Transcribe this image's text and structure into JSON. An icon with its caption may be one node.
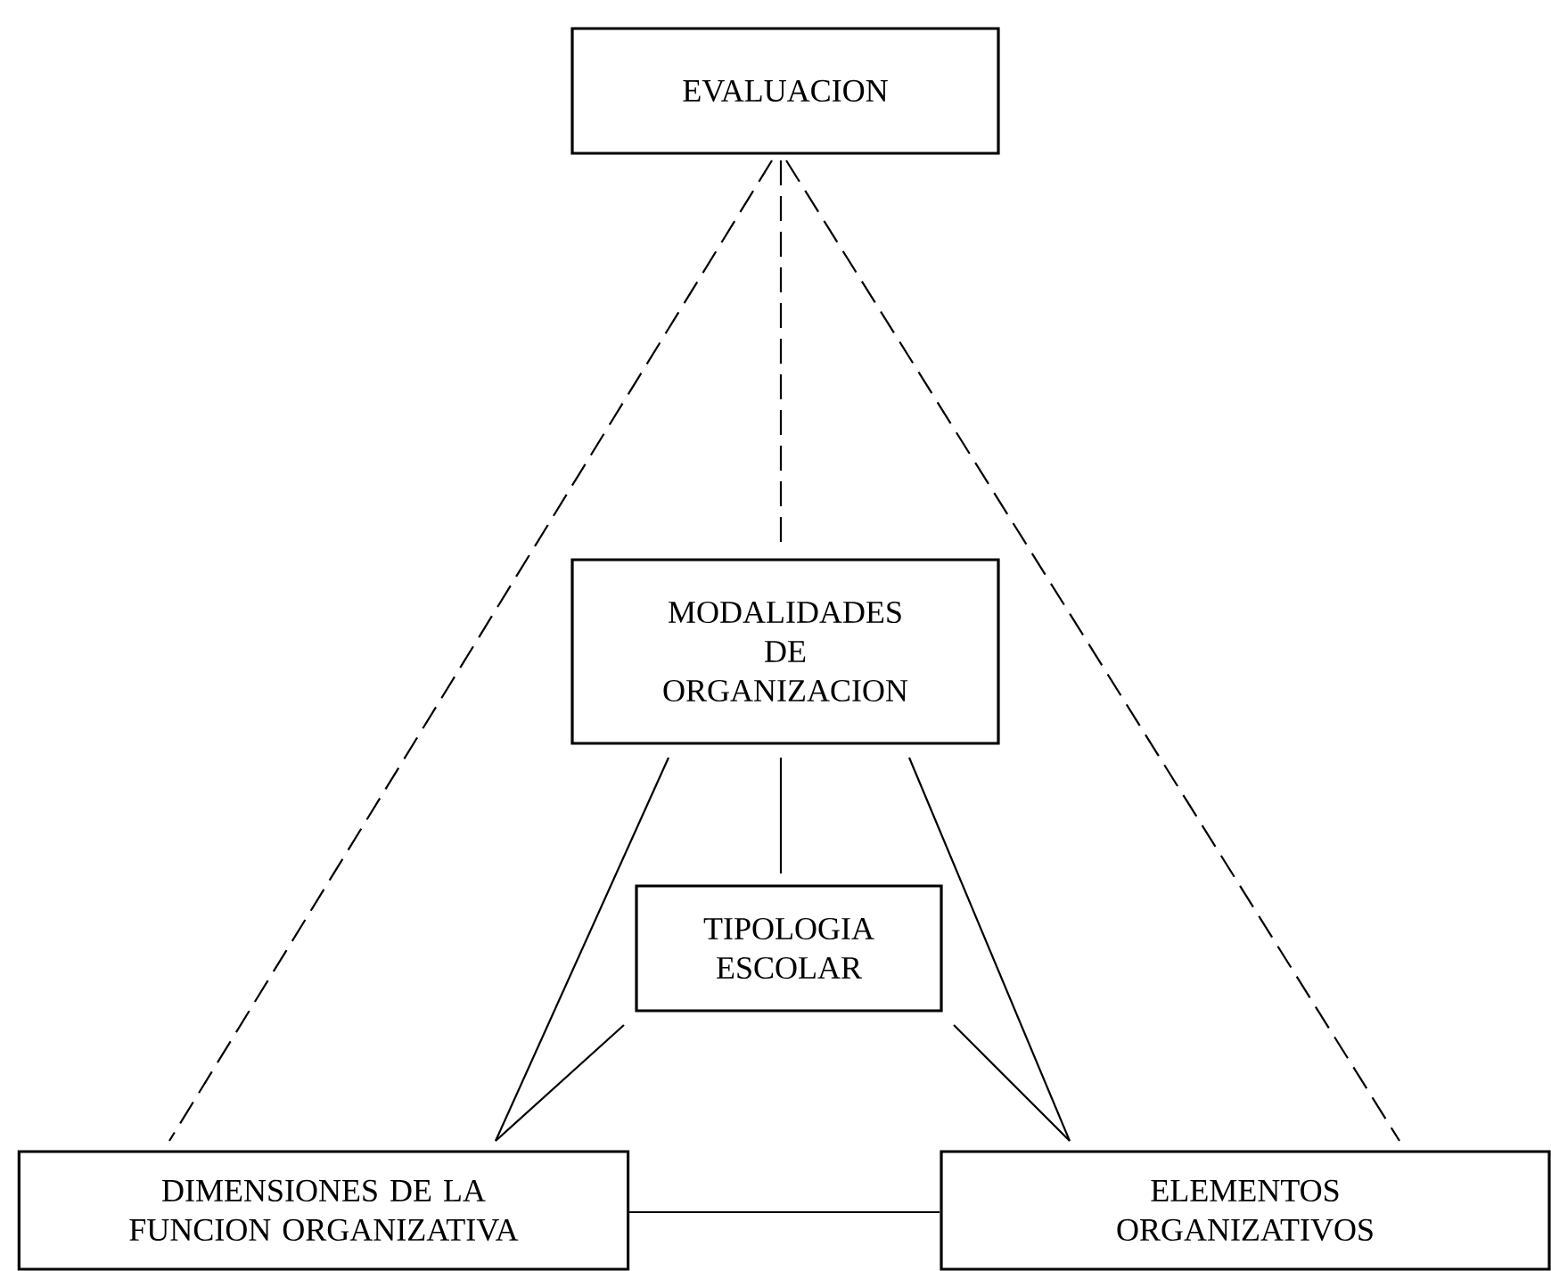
{
  "diagram": {
    "nodes": [
      {
        "text": [
          "EVALUACION"
        ]
      },
      {
        "text": [
          "MODALIDADES DE ORGANIZACION"
        ]
      },
      {
        "text": [
          "TIPOLOGIA ESCOLAR"
        ]
      },
      {
        "text": [
          "DIMENSIONES DE LA FUNCION ORGANIZATIVA"
        ]
      },
      {
        "text": [
          "ELEMENTOS ORGANIZATIVOS"
        ]
      }
    ],
    "edges": [
      {
        "from": 0,
        "to": 3,
        "arrow": "none",
        "style": "dashed"
      },
      {
        "from": 0,
        "to": 1,
        "arrow": "none",
        "style": "dashed"
      },
      {
        "from": 0,
        "to": 4,
        "arrow": "none",
        "style": "dashed"
      },
      {
        "from": 1,
        "to": 2,
        "arrow": "none"
      },
      {
        "from": 1,
        "to": 3,
        "arrow": "none"
      },
      {
        "from": 1,
        "to": 4,
        "arrow": "none"
      },
      {
        "from": 2,
        "to": 3,
        "arrow": "none"
      },
      {
        "from": 2,
        "to": 4,
        "arrow": "none"
      },
      {
        "from": 3,
        "to": 4,
        "arrow": "none"
      }
    ]
  }
}
